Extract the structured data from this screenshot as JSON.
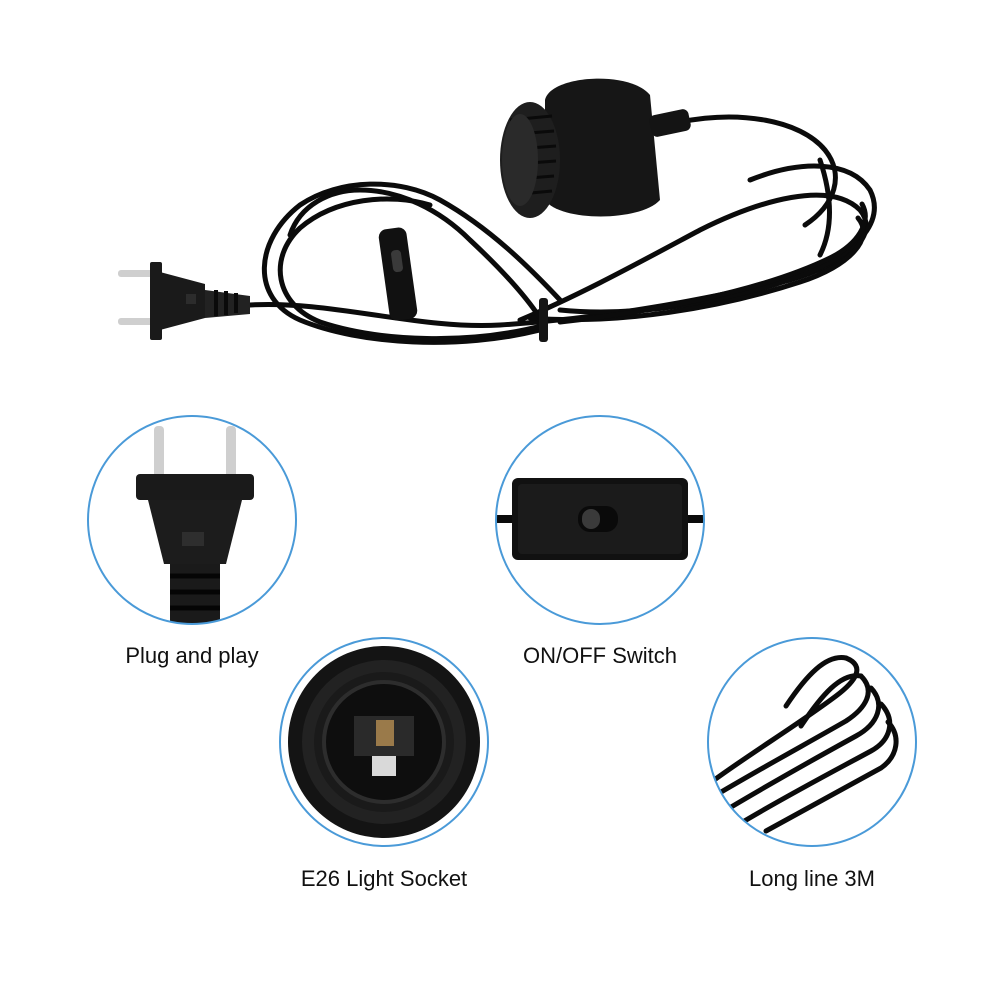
{
  "colors": {
    "background": "#ffffff",
    "ring": "#4a9ad8",
    "cord": "#0b0b0b",
    "plastic": "#1a1a1a",
    "metal": "#cfcfcf",
    "text": "#111111"
  },
  "hero": {
    "icons": [
      "eu-plug-icon",
      "lamp-socket-icon",
      "inline-switch-icon",
      "coiled-cable-icon"
    ]
  },
  "features": [
    {
      "icon": "plug-closeup-icon",
      "label": "Plug and play"
    },
    {
      "icon": "switch-closeup-icon",
      "label": "ON/OFF Switch"
    },
    {
      "icon": "socket-closeup-icon",
      "label": "E26 Light Socket"
    },
    {
      "icon": "cable-closeup-icon",
      "label": "Long line 3M"
    }
  ]
}
